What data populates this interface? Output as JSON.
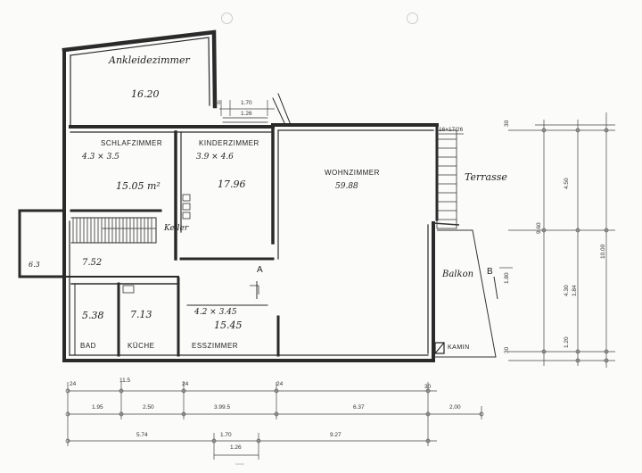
{
  "rooms": {
    "ankleide_name": "Ankleidezimmer",
    "ankleide_area": "16.20",
    "schlaf_name": "SCHLAFZIMMER",
    "schlaf_dims": "4.3 × 3.5",
    "schlaf_area": "15.05 m²",
    "kinder_name": "KINDERZIMMER",
    "kinder_dims": "3.9 × 4.6",
    "kinder_area": "17.96",
    "wohn_name": "WOHNZIMMER",
    "wohn_area": "59.88",
    "flur_a": "6.3",
    "flur_b": "7.52",
    "bad_area": "5.38",
    "kueche_area": "7.13",
    "bad_name": "BAD",
    "kueche_name": "KÜCHE",
    "ess_dims": "4.2 × 3.45",
    "ess_area": "15.45",
    "ess_name": "ESSZIMMER",
    "keller": "Keller",
    "terrasse": "Terrasse",
    "balkon": "Balkon",
    "kamin": "KAMIN",
    "marker_a": "A",
    "marker_b": "B"
  },
  "dims_top": {
    "d1": "50",
    "d2": "1.70",
    "d3": "1.26",
    "d4": "16×17/26"
  },
  "dims_bottom": {
    "r1a": "24",
    "r1b": "11.5",
    "r1c": "24",
    "r1d": "24",
    "r1e": "30",
    "r2a": "1.95",
    "r2b": "2.50",
    "r2c": "3.99.5",
    "r2d": "6.37",
    "r2e": "2.00",
    "r3a": "5.74",
    "r3b": "1.70",
    "r3c": "1.26",
    "r3d": "9.27"
  },
  "dims_right": {
    "a": "30",
    "b": "4.50",
    "c": "9.60",
    "d": "10.00",
    "e": "1.80",
    "f": "4.30",
    "g": "1.84",
    "h": "1.20",
    "i": "30"
  }
}
